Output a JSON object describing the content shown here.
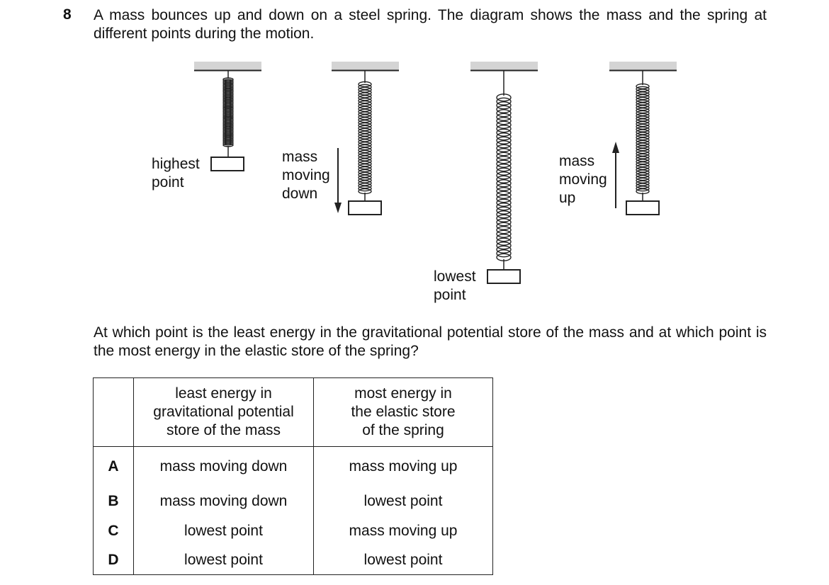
{
  "question": {
    "number": "8",
    "stem": "A mass bounces up and down on a steel spring. The diagram shows the mass and the spring at different points during the motion.",
    "prompt": "At which point is the least energy in the gravitational potential store of the mass and at which point is the most energy in the elastic store of the spring?"
  },
  "diagram": {
    "highest_point": [
      "highest",
      "point"
    ],
    "mass_moving_down": [
      "mass",
      "moving",
      "down"
    ],
    "lowest_point": [
      "lowest",
      "point"
    ],
    "mass_moving_up": [
      "mass",
      "moving",
      "up"
    ]
  },
  "table": {
    "headers": [
      "",
      [
        "least energy in",
        "gravitational potential",
        "store of the mass"
      ],
      [
        "most energy in",
        "the elastic store",
        "of the spring"
      ]
    ],
    "rows": [
      {
        "letter": "A",
        "gpe": "mass moving down",
        "elastic": "mass moving up"
      },
      {
        "letter": "B",
        "gpe": "mass moving down",
        "elastic": "lowest point"
      },
      {
        "letter": "C",
        "gpe": "lowest point",
        "elastic": "mass moving up"
      },
      {
        "letter": "D",
        "gpe": "lowest point",
        "elastic": "lowest point"
      }
    ]
  }
}
